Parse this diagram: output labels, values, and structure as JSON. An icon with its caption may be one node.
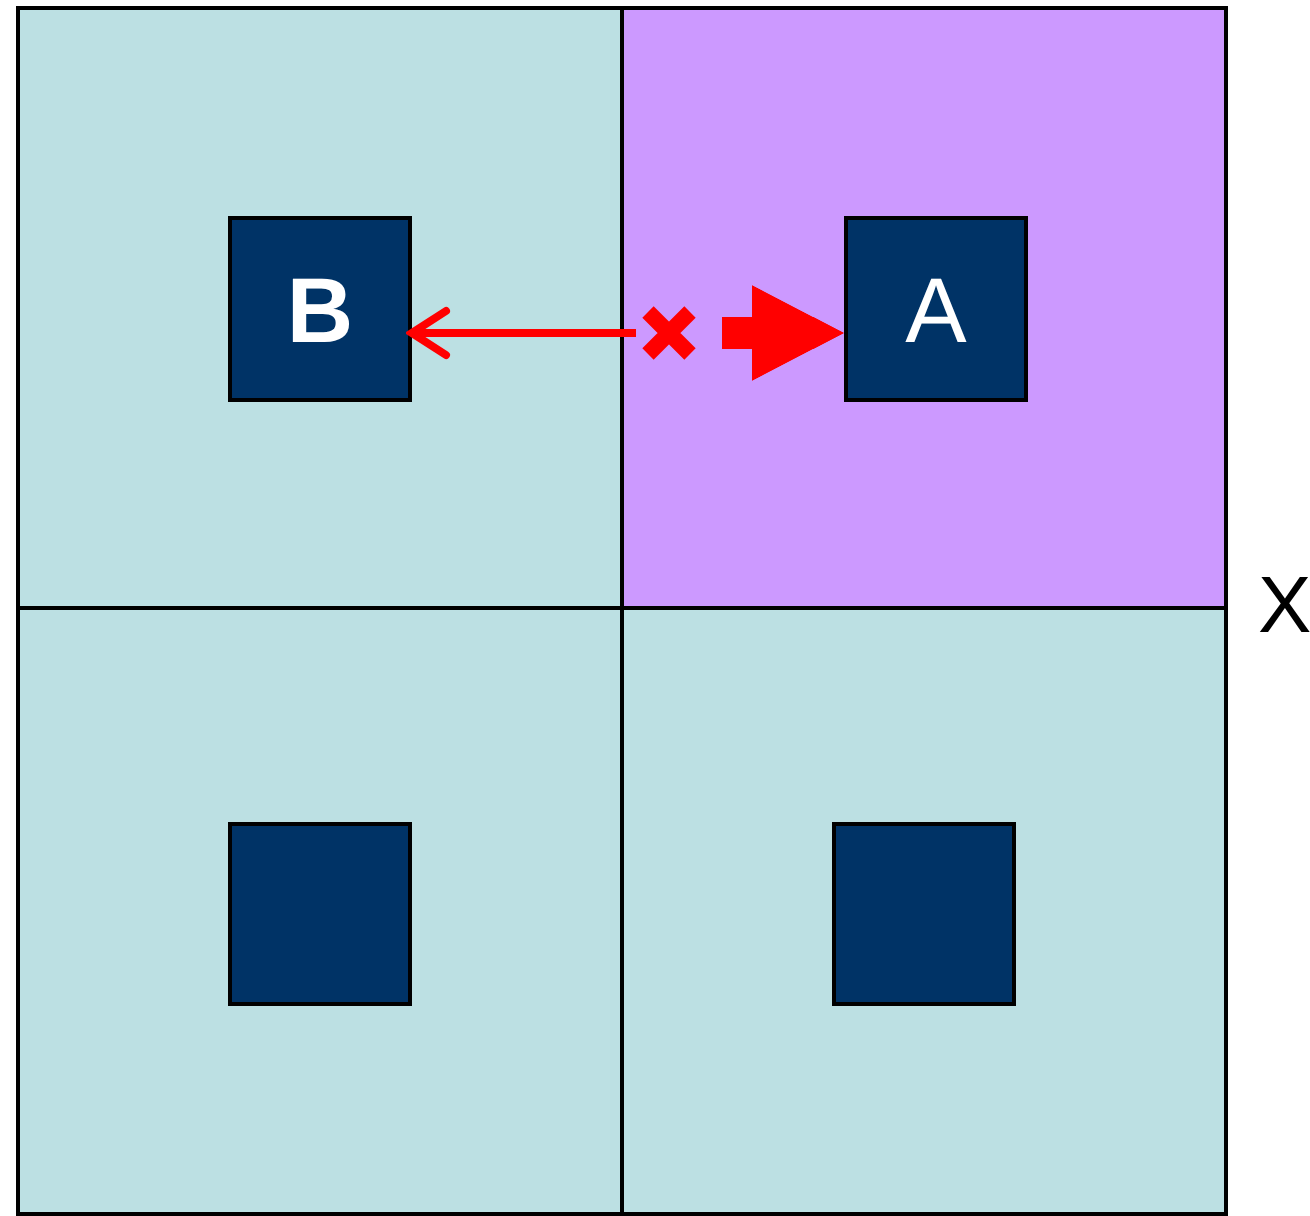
{
  "diagram": {
    "nodes": [
      {
        "text": [],
        "shape": "box"
      },
      {
        "text": [
          "B"
        ],
        "in": 0
      },
      {
        "text": [],
        "shape": "box"
      },
      {
        "text": [],
        "shape": "cross",
        "in": 2
      },
      {
        "text": [
          "A"
        ],
        "in": 2
      },
      {
        "text": [],
        "shape": "box"
      },
      {
        "text": [],
        "shape": "box",
        "in": 5
      },
      {
        "text": [],
        "shape": "box"
      },
      {
        "text": [],
        "shape": "box",
        "in": 7
      }
    ],
    "edges": [
      {
        "from": 3,
        "to": 1,
        "arrow": "to"
      },
      {
        "from": 3,
        "to": 4,
        "arrow": "to",
        "style": "thick"
      }
    ],
    "labels": [
      "X"
    ]
  }
}
